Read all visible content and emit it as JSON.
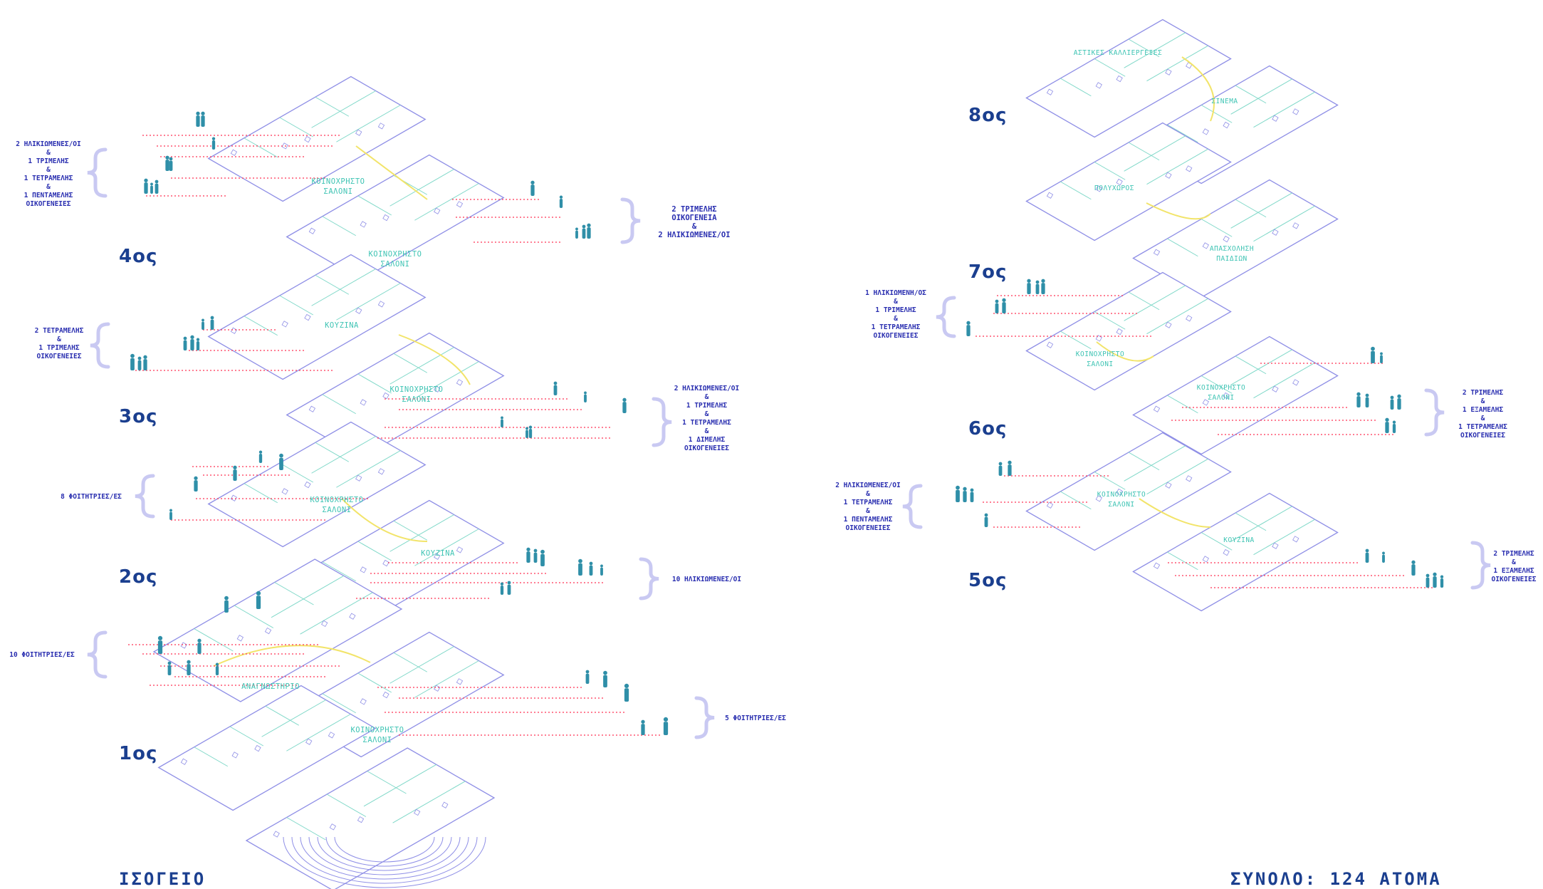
{
  "floors": {
    "ground": "ΙΣΟΓΕΙΟ",
    "f1": "1ος",
    "f2": "2ος",
    "f3": "3ος",
    "f4": "4ος",
    "f5": "5ος",
    "f6": "6ος",
    "f7": "7ος",
    "f8": "8ος"
  },
  "total": "ΣΥΝΟΛΟ: 124 ΑΤΟΜΑ",
  "notes": {
    "f4_left": "2 ΗΛΙΚΙΩΜΕΝΕΣ/ΟΙ\n&\n1 ΤΡΙΜΕΛΗΣ\n&\n1 ΤΕΤΡΑΜΕΛΗΣ\n&\n1 ΠΕΝΤΑΜΕΛΗΣ\nΟΙΚΟΓΕΝΕΙΕΣ",
    "f4_right": "2 ΤΡΙΜΕΛΗΣ\nΟΙΚΟΓΕΝΕΙΑ\n&\n2 ΗΛΙΚΙΩΜΕΝΕΣ/ΟΙ",
    "f3_left": "2 ΤΕΤΡΑΜΕΛΗΣ\n&\n1 ΤΡΙΜΕΛΗΣ\nΟΙΚΟΓΕΝΕΙΕΣ",
    "f3_right": "2 ΗΛΙΚΙΩΜΕΝΕΣ/ΟΙ\n&\n1 ΤΡΙΜΕΛΗΣ\n&\n1 ΤΕΤΡΑΜΕΛΗΣ\n&\n1 ΔΙΜΕΛΗΣ\nΟΙΚΟΓΕΝΕΙΕΣ",
    "f2_left": "8 ΦΟΙΤΗΤΡΙΕΣ/ΕΣ",
    "f2_right": "10 ΗΛΙΚΙΩΜΕΝΕΣ/ΟΙ",
    "f1_left": "10 ΦΟΙΤΗΤΡΙΕΣ/ΕΣ",
    "f1_right": "5 ΦΟΙΤΗΤΡΙΕΣ/ΕΣ",
    "f7_left": "1 ΗΛΙΚΙΩΜΕΝΗ/ΟΣ\n&\n1 ΤΡΙΜΕΛΗΣ\n&\n1 ΤΕΤΡΑΜΕΛΗΣ\nΟΙΚΟΓΕΝΕΙΕΣ",
    "f6_right": "2 ΤΡΙΜΕΛΗΣ\n&\n1 ΕΞΑΜΕΛΗΣ\n&\n1 ΤΕΤΡΑΜΕΛΗΣ\nΟΙΚΟΓΕΝΕΙΕΣ",
    "f5_left": "2 ΗΛΙΚΙΩΜΕΝΕΣ/ΟΙ\n&\n1 ΤΕΤΡΑΜΕΛΗΣ\n&\n1 ΠΕΝΤΑΜΕΛΗΣ\nΟΙΚΟΓΕΝΕΙΕΣ",
    "f5_right": "2 ΤΡΙΜΕΛΗΣ\n&\n1 ΕΞΑΜΕΛΗΣ\nΟΙΚΟΓΕΝΕΙΕΣ"
  },
  "rooms": {
    "f4_a": "ΚΟΙΝΟΧΡΗΣΤΟ\nΣΑΛΟΝΙ",
    "f4_b": "ΚΟΙΝΟΧΡΗΣΤΟ\nΣΑΛΟΝΙ",
    "f3_a": "ΚΟΥΖΙΝΑ",
    "f3_b": "ΚΟΙΝΟΧΡΗΣΤΟ\nΣΑΛΟΝΙ",
    "f2_a": "ΚΟΙΝΟΧΡΗΣΤΟ\nΣΑΛΟΝΙ",
    "f2_b": "ΚΟΥΖΙΝΑ",
    "f1_a": "ΑΝΑΓΝΩΣΤΗΡΙΟ",
    "f1_b": "ΚΟΙΝΟΧΡΗΣΤΟ\nΣΑΛΟΝΙ",
    "f8_a": "ΑΣΤΙΚΕΣ ΚΑΛΛΙΕΡΓΕΙΕΣ",
    "f8_b": "ΣΙΝΕΜΑ",
    "f7_a": "ΠΟΛΥΧΩΡΟΣ",
    "f7_b": "ΑΠΑΣΧΟΛΗΣΗ\nΠΑΙΔΙΩΝ",
    "f7_c": "ΚΟΙΝΟΧΡΗΣΤΟ\nΣΑΛΟΝΙ",
    "f6_a": "ΚΟΙΝΟΧΡΗΣΤΟ\nΣΑΛΟΝΙ",
    "f5_a": "ΚΟΙΝΟΧΡΗΣΤΟ\nΣΑΛΟΝΙ",
    "f5_b": "ΚΟΥΖΙΝΑ"
  },
  "colors": {
    "label": "#1b3f8f",
    "note": "#2a2fb0",
    "room": "#3fc4b4",
    "plan_outline": "#8f8fe6",
    "plan_inner": "#7fd8c8",
    "circulation": "#f2e46a",
    "leader": "#ff3355",
    "brace": "#c9c9f2",
    "people": "#2f8fa8"
  }
}
